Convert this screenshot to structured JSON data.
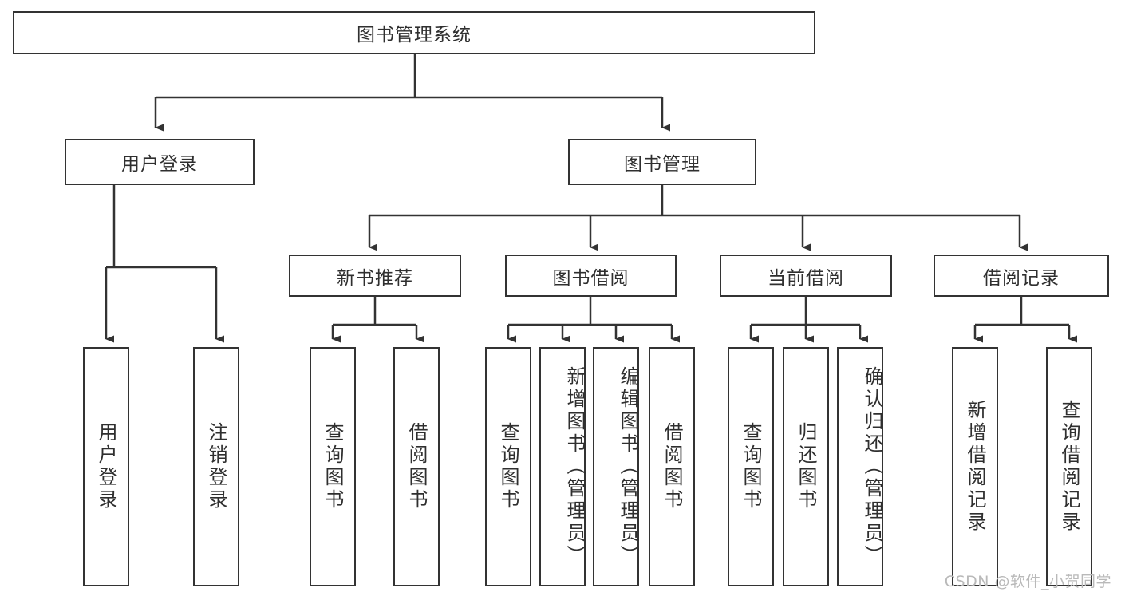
{
  "diagram": {
    "title": "图书管理系统",
    "type": "tree",
    "orientation": "top-down",
    "line_color": "#333333",
    "box_border_color": "#333333",
    "box_fill_color": "#ffffff",
    "text_color": "#2f2f2f",
    "background_color": "#ffffff"
  },
  "nodes": {
    "root": {
      "label": "图书管理系统"
    },
    "level2": [
      {
        "label": "用户登录"
      },
      {
        "label": "图书管理"
      }
    ],
    "level3": [
      {
        "label": "新书推荐"
      },
      {
        "label": "图书借阅"
      },
      {
        "label": "当前借阅"
      },
      {
        "label": "借阅记录"
      }
    ],
    "leaves": {
      "user_login": [
        {
          "label": "用户登录"
        },
        {
          "label": "注销登录"
        }
      ],
      "new_book_recommend": [
        {
          "label": "查询图书"
        },
        {
          "label": "借阅图书"
        }
      ],
      "book_borrow": [
        {
          "label": "查询图书"
        },
        {
          "label": "新增图书（管理员）"
        },
        {
          "label": "编辑图书（管理员）"
        },
        {
          "label": "借阅图书"
        }
      ],
      "current_borrow": [
        {
          "label": "查询图书"
        },
        {
          "label": "归还图书"
        },
        {
          "label": "确认归还（管理员）"
        }
      ],
      "borrow_record": [
        {
          "label": "新增借阅记录"
        },
        {
          "label": "查询借阅记录"
        }
      ]
    }
  },
  "watermark": {
    "text": "CSDN @软件_小贺同学"
  }
}
